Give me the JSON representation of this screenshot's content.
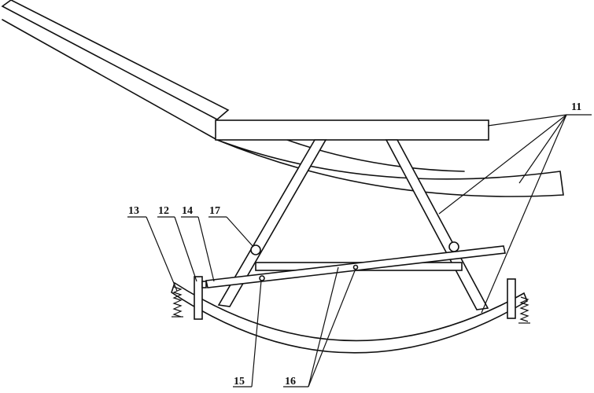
{
  "labels": {
    "l11": "11",
    "l12": "12",
    "l13": "13",
    "l14": "14",
    "l15": "15",
    "l16": "16",
    "l17": "17"
  }
}
